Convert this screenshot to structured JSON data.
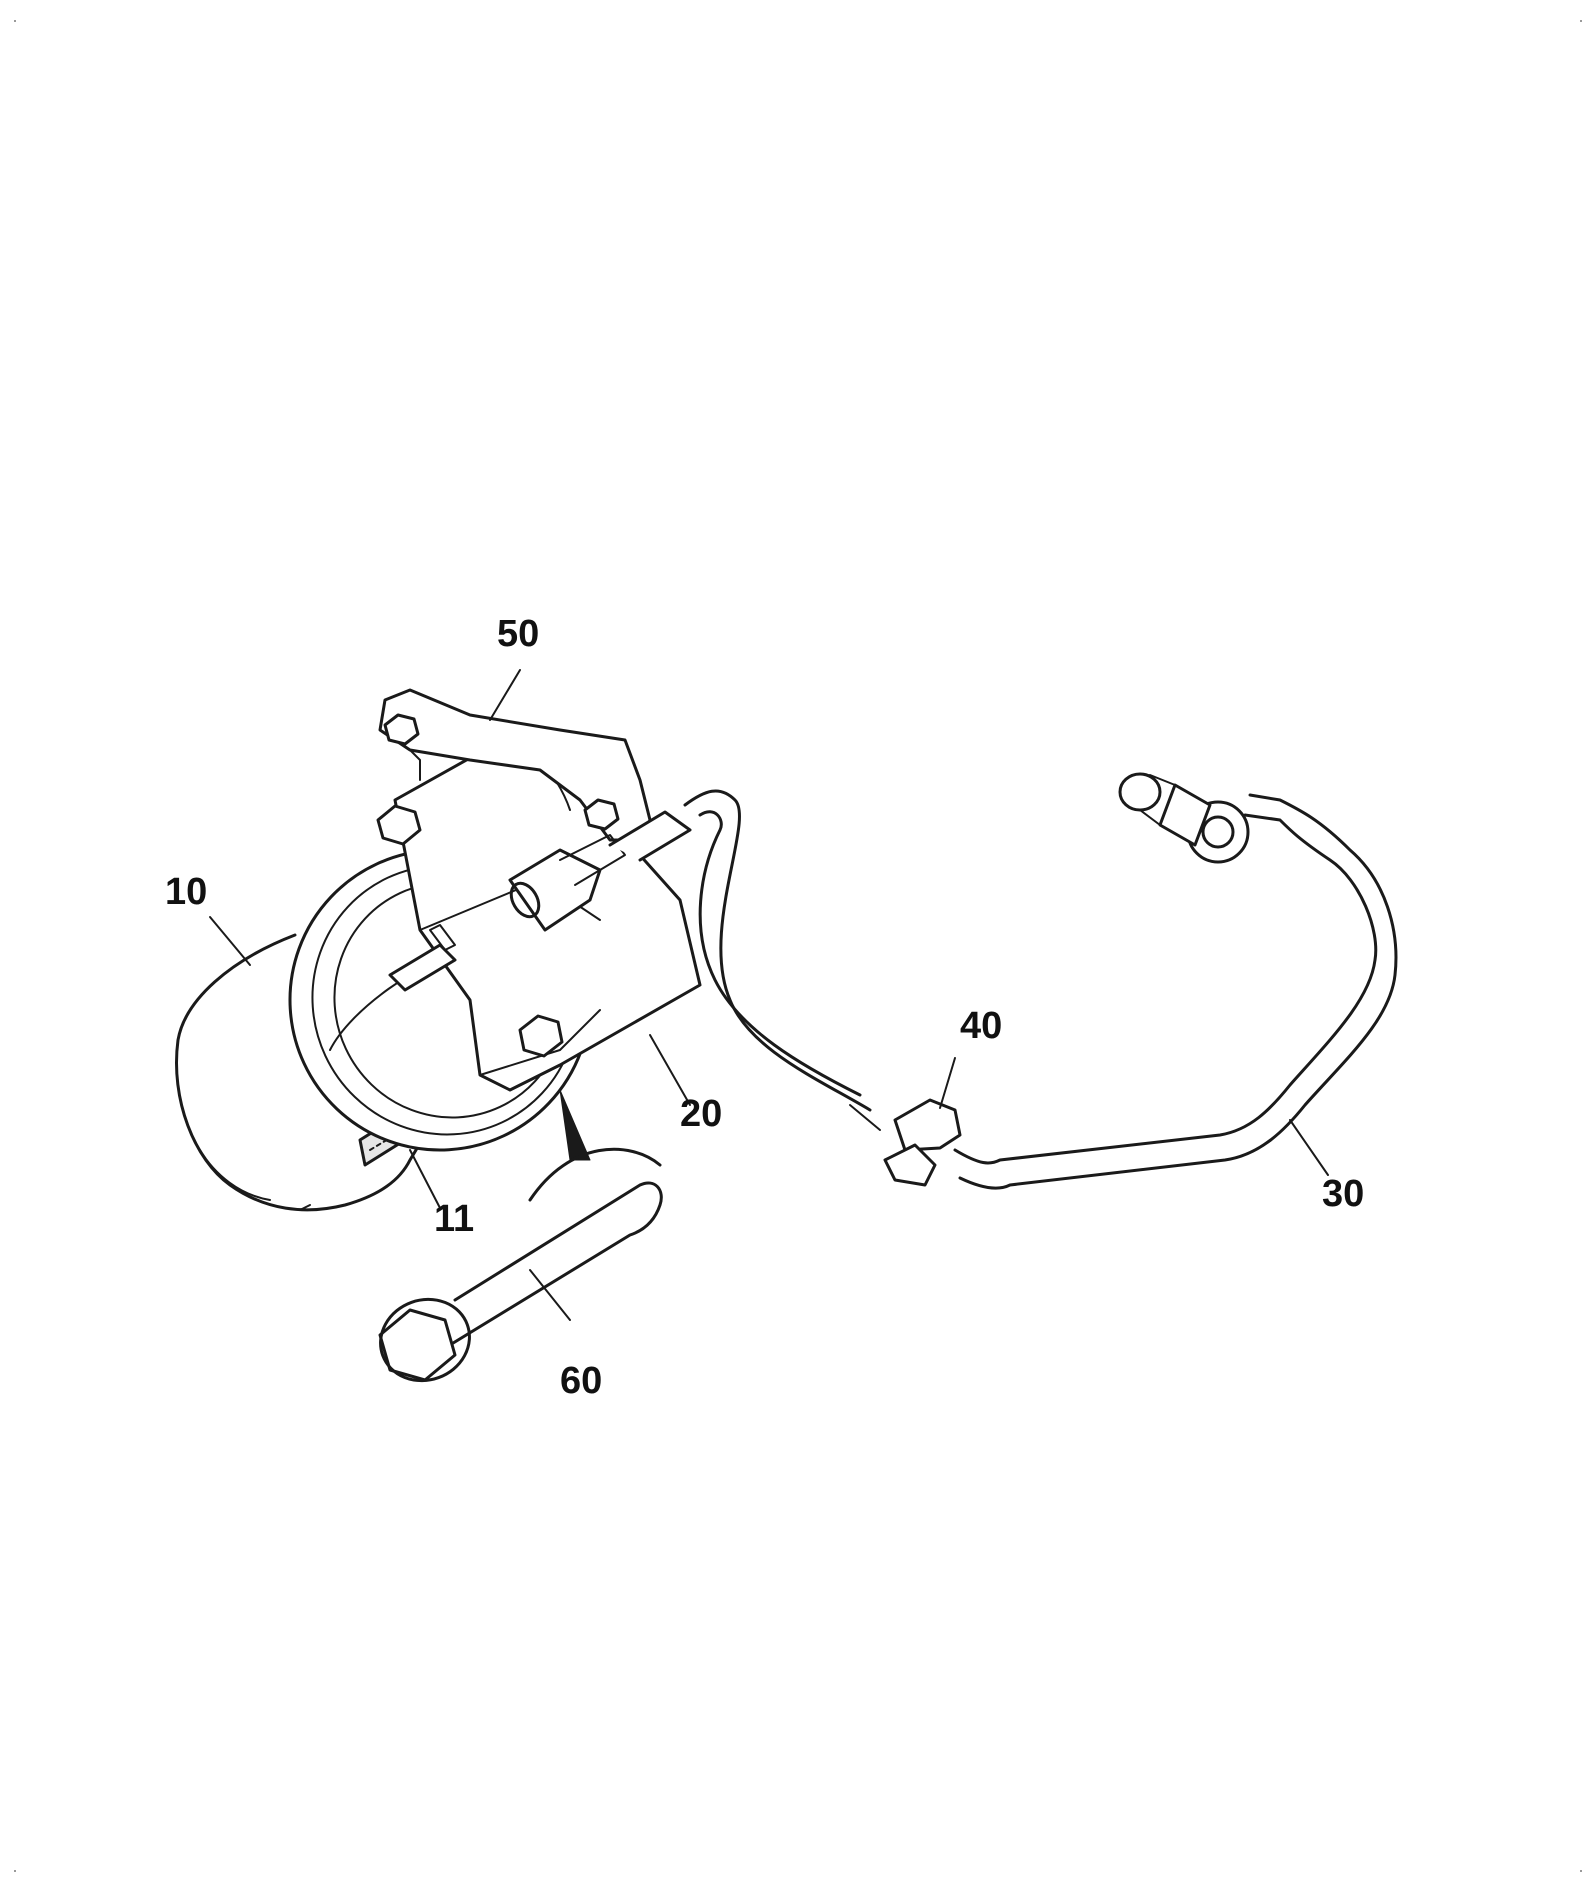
{
  "callouts": {
    "c10": "10",
    "c11": "11",
    "c20": "20",
    "c30": "30",
    "c40": "40",
    "c50": "50",
    "c60": "60"
  },
  "colors": {
    "line": "#1a1a1a",
    "fill": "#ffffff",
    "shade": "#dddddd"
  }
}
